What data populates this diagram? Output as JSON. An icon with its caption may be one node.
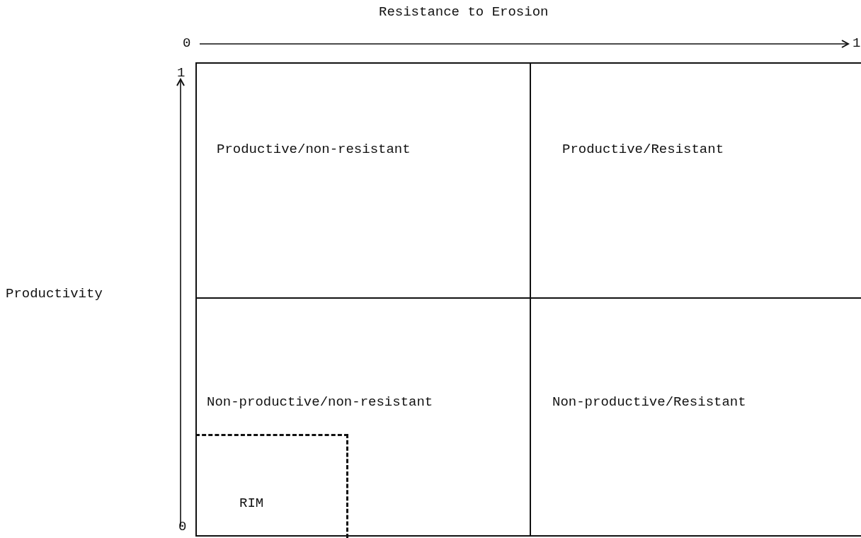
{
  "diagram": {
    "nodes": [
      {
        "text": [
          "Productive/non-resistant"
        ]
      },
      {
        "text": [
          "Productive/Resistant"
        ]
      },
      {
        "text": [
          "Non-productive/non-resistant"
        ]
      },
      {
        "text": [
          "Non-productive/Resistant"
        ]
      },
      {
        "text": [
          "RIM"
        ],
        "in": 2
      }
    ],
    "edges": [],
    "labels": [
      "Resistance to Erosion",
      "0",
      "1",
      "1",
      "Productivity",
      "0"
    ]
  }
}
